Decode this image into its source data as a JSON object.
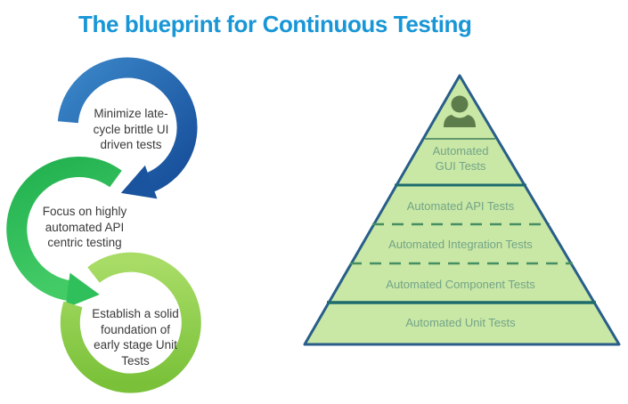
{
  "title": "The blueprint for Continuous Testing",
  "cycle_steps": [
    {
      "id": "minimize-ui-tests",
      "text": "Minimize late-\ncycle brittle UI\ndriven tests",
      "ring_color_from": "#3a86c8",
      "ring_color_to": "#164d99"
    },
    {
      "id": "focus-api-testing",
      "text": "Focus on highly\nautomated API\ncentric testing",
      "ring_color_from": "#22b150",
      "ring_color_to": "#43cb66"
    },
    {
      "id": "establish-unit-foundation",
      "text": "Establish a solid\nfoundation of\nearly stage Unit\nTests",
      "ring_color_from": "#a8dc66",
      "ring_color_to": "#7ac139"
    }
  ],
  "pyramid": {
    "icon": "person-icon",
    "levels": [
      {
        "label": "Automated\nGUI Tests",
        "divider_below": "solid"
      },
      {
        "label": "Automated API Tests",
        "divider_below": "dashed"
      },
      {
        "label": "Automated Integration Tests",
        "divider_below": "dashed"
      },
      {
        "label": "Automated Component Tests",
        "divider_below": "solid"
      },
      {
        "label": "Automated Unit Tests",
        "divider_below": "none"
      }
    ],
    "fill_color": "#c9e7a5",
    "border_color": "#285e89",
    "label_color": "#73a588",
    "solid_divider_color": "#1d6b6d",
    "dashed_divider_color": "#468f63",
    "person_icon_color": "#5d7c4b"
  },
  "colors": {
    "title": "#1896d6",
    "step_text": "#3a3a3a",
    "background": "#ffffff"
  }
}
